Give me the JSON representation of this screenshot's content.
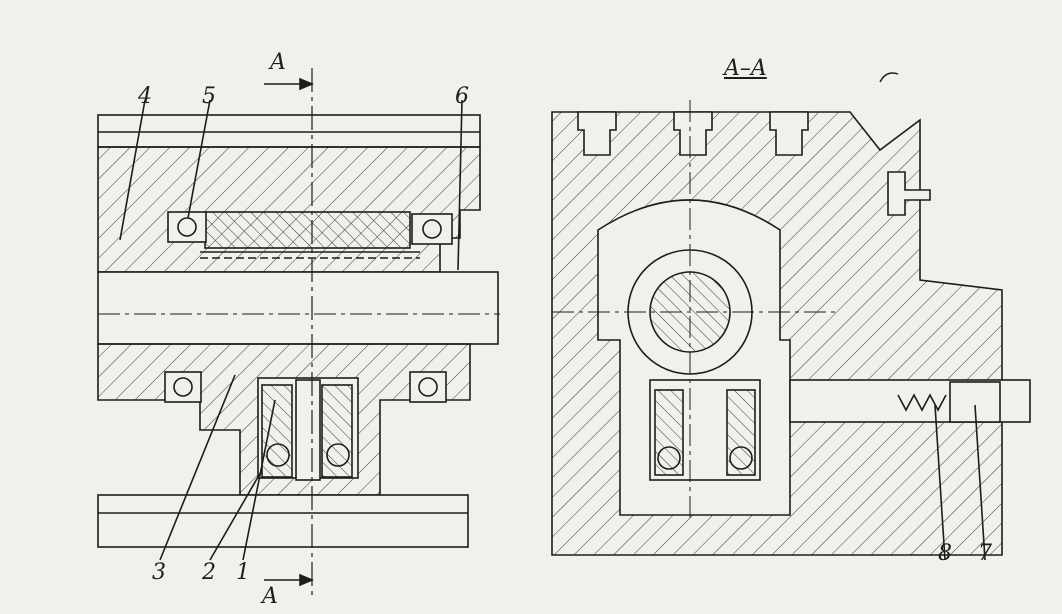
{
  "section_marks": {
    "top_letter": "A",
    "bottom_letter": "A",
    "section_title": "A–A"
  },
  "callouts": {
    "c1": "1",
    "c2": "2",
    "c3": "3",
    "c4": "4",
    "c5": "5",
    "c6": "6",
    "c7": "7",
    "c8": "8"
  },
  "colors": {
    "paper": "#f1f0ec",
    "ink": "#1d1d1d",
    "hatch": "#3a3a3a"
  }
}
